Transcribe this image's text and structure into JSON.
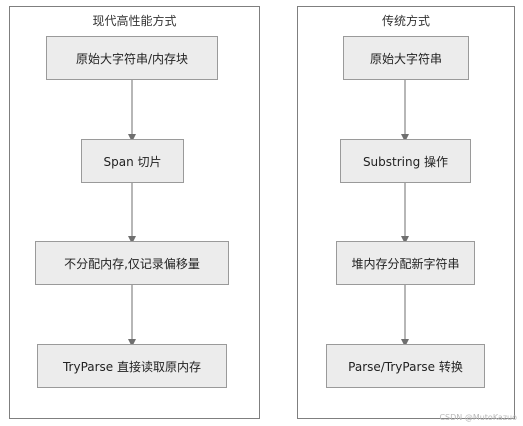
{
  "left_panel": {
    "title": "现代高性能方式",
    "nodes": [
      "原始大字符串/内存块",
      "Span 切片",
      "不分配内存,仅记录偏移量",
      "TryParse 直接读取原内存"
    ]
  },
  "right_panel": {
    "title": "传统方式",
    "nodes": [
      "原始大字符串",
      "Substring 操作",
      "堆内存分配新字符串",
      "Parse/TryParse 转换"
    ]
  },
  "watermark": "CSDN @MutoKazuo",
  "colors": {
    "node_fill": "#ececec",
    "node_border": "#9a9a9a",
    "arrow": "#6f6f6f",
    "panel_border": "#7f7f7f"
  }
}
